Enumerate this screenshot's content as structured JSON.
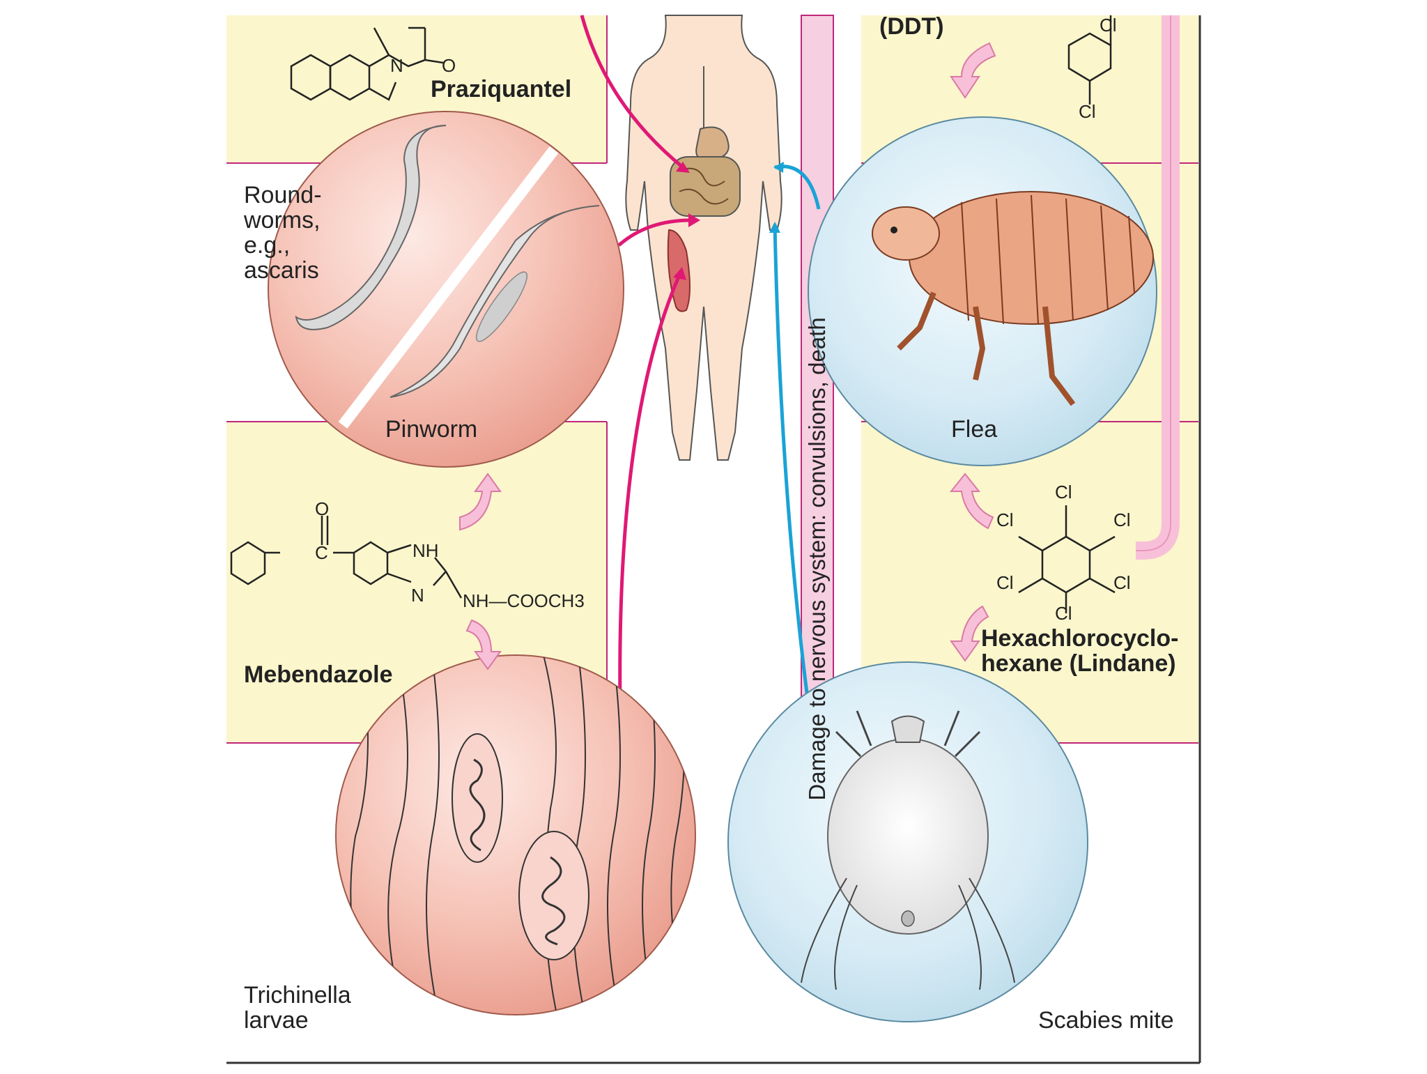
{
  "drugs": {
    "ddt": "(DDT)",
    "praziquantel": "Praziquantel",
    "mebendazole": "Mebendazole",
    "lindane": "Hexachlorocyclo-\nhexane (Lindane)"
  },
  "parasites": {
    "roundworms": "Round-\nworms,\ne.g.,\nascaris",
    "pinworm": "Pinworm",
    "trichinella": "Trichinella\nlarvae",
    "flea": "Flea",
    "scabies": "Scabies mite"
  },
  "effect_label": "Damage to nervous system: convulsions, death",
  "chem": {
    "o": "O",
    "n": "N",
    "nh": "NH",
    "c": "C",
    "cl": "Cl",
    "nh_cooch3": "NH—COOCH3"
  },
  "colors": {
    "panel": "#fbf6cc",
    "divider": "#c0267a",
    "magenta_arrow": "#e01875",
    "blue_arrow": "#1aa3d6",
    "worm_circle": "#f3b9ac",
    "insect_circle": "#d3e9f4",
    "pink_arrow": "#f8c0d8",
    "band": "#f6cfe0"
  },
  "icons": [
    "human-body-icon",
    "intestine-icon",
    "muscle-icon",
    "roundworm-icon",
    "pinworm-icon",
    "trichinella-cyst-icon",
    "flea-icon",
    "scabies-mite-icon",
    "transition-arrow-icon"
  ]
}
